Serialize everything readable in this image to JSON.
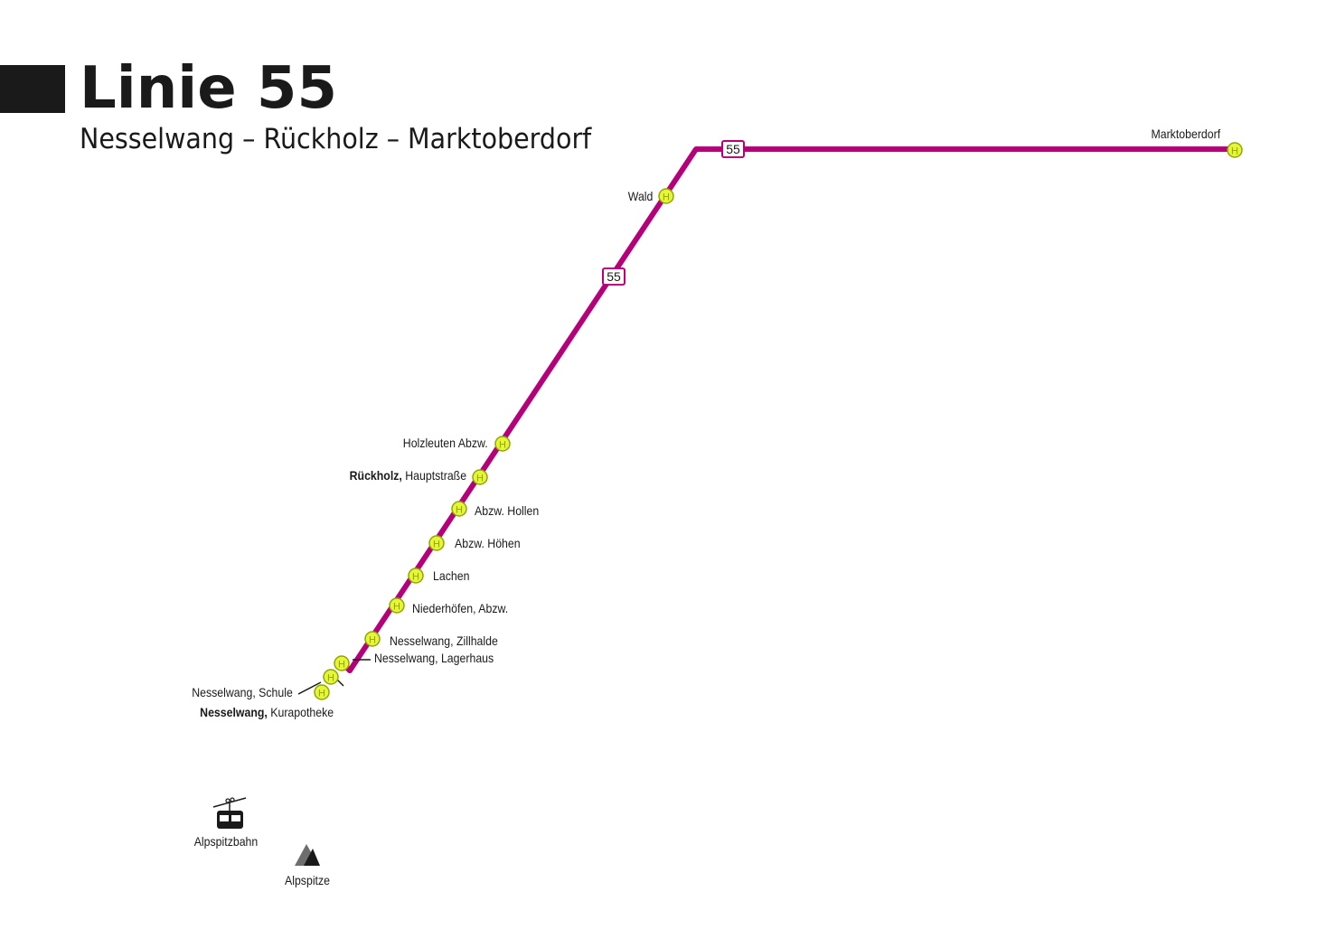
{
  "header": {
    "title": "Linie 55",
    "subtitle": "Nesselwang – Rückholz – Marktoberdorf"
  },
  "route": {
    "line_number": "55",
    "line_color": "#b5007a",
    "stop_fill": "#e6f53a",
    "stop_stroke": "#8fa800",
    "stop_symbol": "H",
    "badge_label": "55"
  },
  "stops": [
    {
      "id": "marktoberdorf",
      "bold": "",
      "name": "Marktoberdorf"
    },
    {
      "id": "wald",
      "bold": "",
      "name": "Wald"
    },
    {
      "id": "holzleuten",
      "bold": "",
      "name": "Holzleuten Abzw."
    },
    {
      "id": "rueckholz",
      "bold": "Rückholz,",
      "name": " Hauptstraße"
    },
    {
      "id": "abzw-hollen",
      "bold": "",
      "name": "Abzw. Hollen"
    },
    {
      "id": "abzw-hoehen",
      "bold": "",
      "name": "Abzw. Höhen"
    },
    {
      "id": "lachen",
      "bold": "",
      "name": "Lachen"
    },
    {
      "id": "niederhoefen",
      "bold": "",
      "name": "Niederhöfen, Abzw."
    },
    {
      "id": "zillhalde",
      "bold": "",
      "name": "Nesselwang, Zillhalde"
    },
    {
      "id": "lagerhaus",
      "bold": "",
      "name": "Nesselwang, Lagerhaus"
    },
    {
      "id": "schule",
      "bold": "",
      "name": "Nesselwang, Schule"
    },
    {
      "id": "kurapotheke",
      "bold": "Nesselwang,",
      "name": " Kurapotheke"
    }
  ],
  "pois": [
    {
      "id": "alpspitzbahn",
      "label": "Alpspitzbahn",
      "icon": "cable-car-icon"
    },
    {
      "id": "alpspitze",
      "label": "Alpspitze",
      "icon": "mountain-icon"
    }
  ]
}
